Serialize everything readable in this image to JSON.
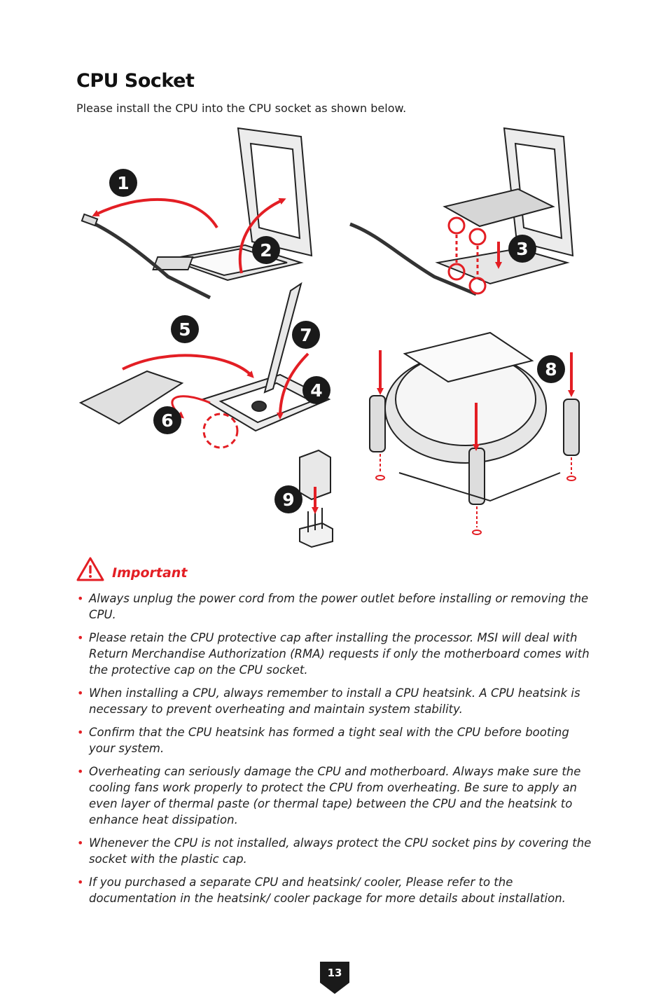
{
  "header": {
    "title": "CPU Socket",
    "intro": "Please install the CPU into the CPU socket as shown below."
  },
  "steps": [
    "1",
    "2",
    "3",
    "4",
    "5",
    "6",
    "7",
    "8",
    "9"
  ],
  "important": {
    "label": "Important",
    "icon": "warning-icon",
    "items": [
      "Always unplug the power cord from the power outlet before installing or removing the CPU.",
      "Please retain the CPU protective cap after installing the processor. MSI will deal with Return Merchandise Authorization (RMA) requests if only the motherboard comes with the protective cap on the CPU socket.",
      "When installing a CPU, always remember to install a CPU heatsink. A CPU heatsink is necessary to prevent overheating and maintain system stability.",
      "Confirm that the CPU heatsink has formed a tight seal with the CPU before booting your system.",
      "Overheating can seriously damage the CPU and motherboard. Always make sure the cooling fans work properly to protect the CPU from overheating. Be sure to apply an even layer of thermal paste (or thermal tape) between the CPU and the heatsink to enhance heat dissipation.",
      "Whenever the CPU is not installed, always protect the CPU socket pins by covering the socket with the plastic cap.",
      "If you purchased a separate CPU and heatsink/ cooler, Please refer to the documentation in the heatsink/ cooler package for more details about installation."
    ]
  },
  "footer": {
    "page_number": "13"
  },
  "colors": {
    "accent": "#e31e24",
    "text": "#222222",
    "badge": "#1a1a1a"
  }
}
